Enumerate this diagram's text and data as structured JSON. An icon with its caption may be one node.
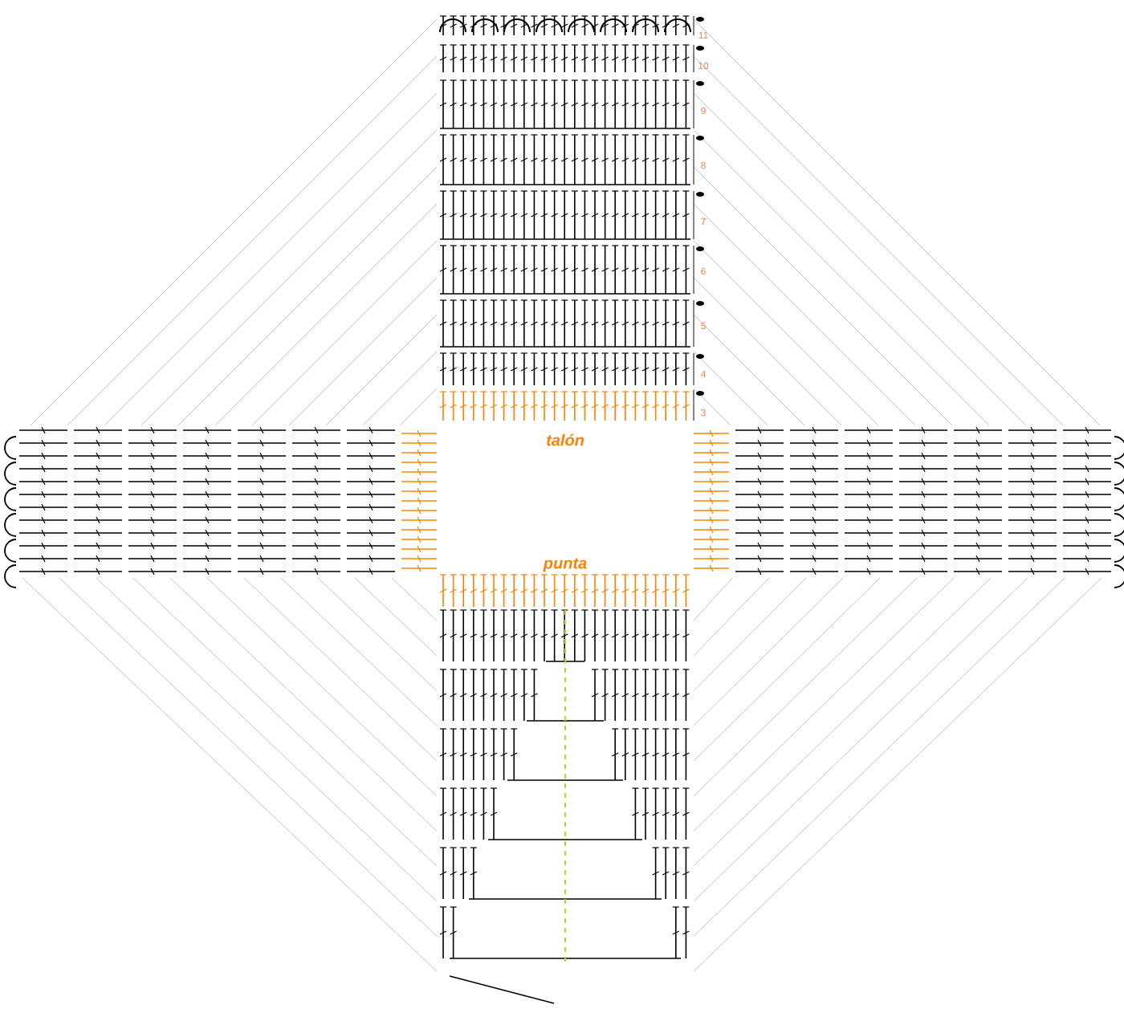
{
  "diagram": {
    "labels": [
      "11",
      "10",
      "9",
      "8",
      "7",
      "6",
      "5",
      "4",
      "3",
      "talón",
      "punta"
    ]
  }
}
